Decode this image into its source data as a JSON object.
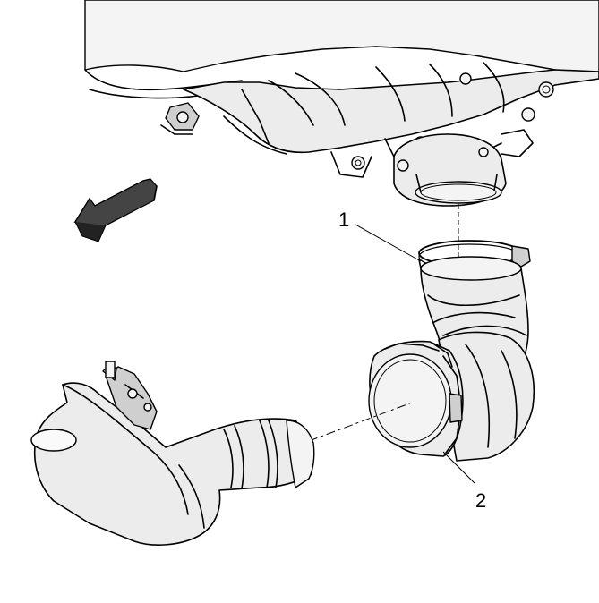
{
  "callouts": [
    {
      "id": "1",
      "label": "1"
    },
    {
      "id": "2",
      "label": "2"
    }
  ],
  "icons": {
    "direction_arrow": "front-direction-arrow-icon"
  }
}
